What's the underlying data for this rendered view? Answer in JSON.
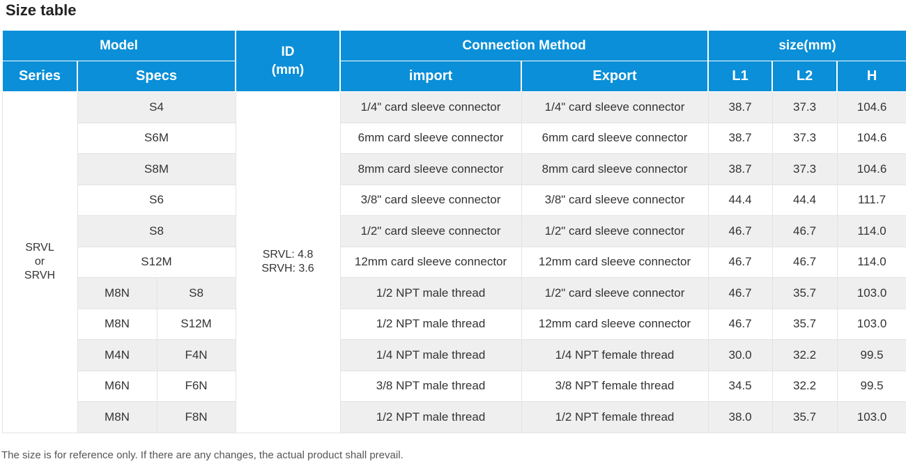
{
  "title": "Size table",
  "header": {
    "model": "Model",
    "id_line1": "ID",
    "id_line2": "(mm)",
    "connection_method": "Connection Method",
    "size": "size(mm)",
    "series": "Series",
    "specs": "Specs",
    "import": "import",
    "export": "Export",
    "l1": "L1",
    "l2": "L2",
    "h": "H"
  },
  "series_value": {
    "line1": "SRVL",
    "line2": "or",
    "line3": "SRVH"
  },
  "id_value": {
    "line1": "SRVL: 4.8",
    "line2": "SRVH: 3.6"
  },
  "rows": [
    {
      "spec": "S4",
      "import": "1/4\" card sleeve connector",
      "export": "1/4\" card sleeve connector",
      "l1": "38.7",
      "l2": "37.3",
      "h": "104.6"
    },
    {
      "spec": "S6M",
      "import": "6mm card sleeve connector",
      "export": "6mm card sleeve connector",
      "l1": "38.7",
      "l2": "37.3",
      "h": "104.6"
    },
    {
      "spec": "S8M",
      "import": "8mm card sleeve connector",
      "export": "8mm card sleeve connector",
      "l1": "38.7",
      "l2": "37.3",
      "h": "104.6"
    },
    {
      "spec": "S6",
      "import": "3/8\" card sleeve connector",
      "export": "3/8\" card sleeve connector",
      "l1": "44.4",
      "l2": "44.4",
      "h": "111.7"
    },
    {
      "spec": "S8",
      "import": "1/2\" card sleeve connector",
      "export": "1/2\" card sleeve connector",
      "l1": "46.7",
      "l2": "46.7",
      "h": "114.0"
    },
    {
      "spec": "S12M",
      "import": "12mm card sleeve connector",
      "export": "12mm card sleeve connector",
      "l1": "46.7",
      "l2": "46.7",
      "h": "114.0"
    },
    {
      "spec_a": "M8N",
      "spec_b": "S8",
      "import": "1/2 NPT male thread",
      "export": "1/2\" card sleeve connector",
      "l1": "46.7",
      "l2": "35.7",
      "h": "103.0"
    },
    {
      "spec_a": "M8N",
      "spec_b": "S12M",
      "import": "1/2 NPT male thread",
      "export": "12mm card sleeve connector",
      "l1": "46.7",
      "l2": "35.7",
      "h": "103.0"
    },
    {
      "spec_a": "M4N",
      "spec_b": "F4N",
      "import": "1/4 NPT male thread",
      "export": "1/4 NPT female thread",
      "l1": "30.0",
      "l2": "32.2",
      "h": "99.5"
    },
    {
      "spec_a": "M6N",
      "spec_b": "F6N",
      "import": "3/8 NPT male thread",
      "export": "3/8 NPT female thread",
      "l1": "34.5",
      "l2": "32.2",
      "h": "99.5"
    },
    {
      "spec_a": "M8N",
      "spec_b": "F8N",
      "import": "1/2 NPT male thread",
      "export": "1/2 NPT female thread",
      "l1": "38.0",
      "l2": "35.7",
      "h": "103.0"
    }
  ],
  "note": "The size is for reference only. If there are any changes, the actual product shall prevail.",
  "colors": {
    "header_bg": "#0a8fd8",
    "header_text": "#ffffff",
    "stripe": "#efefef",
    "border": "#e3e3e3"
  }
}
